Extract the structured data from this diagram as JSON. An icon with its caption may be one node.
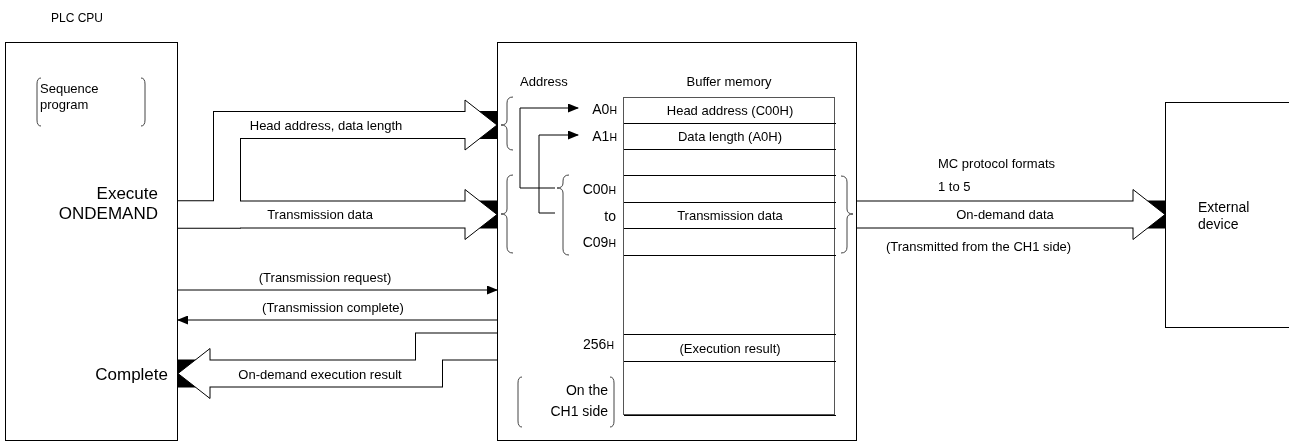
{
  "diagram": {
    "nodes": [
      {
        "text": [
          "PLC CPU",
          "Sequence program",
          "Execute ONDEMAND",
          "Complete"
        ]
      },
      {
        "text": [],
        "shape": "box"
      },
      {
        "text": [
          "A0$_{H}$"
        ],
        "in": 1
      },
      {
        "text": [
          "A1$_{H}$"
        ],
        "in": 1
      },
      {
        "text": [
          "C00$_{H}$ to C09$_{H}$"
        ],
        "in": 1
      },
      {
        "text": [
          "Buffer memory"
        ],
        "in": 1
      },
      {
        "text": [
          "Head address (C00H)"
        ],
        "in": 5
      },
      {
        "text": [
          "Data length (A0H)"
        ],
        "in": 5
      },
      {
        "text": [],
        "shape": "box",
        "in": 5
      },
      {
        "text": [],
        "shape": "box",
        "in": 5
      },
      {
        "text": [
          "Transmission data"
        ],
        "in": 5
      },
      {
        "text": [],
        "shape": "box",
        "in": 5
      },
      {
        "text": [],
        "shape": "box",
        "in": 5
      },
      {
        "text": [
          "(Execution result)"
        ],
        "in": 5
      },
      {
        "text": [],
        "shape": "box",
        "in": 5
      },
      {
        "text": [
          "External device"
        ]
      }
    ],
    "edges": [
      {
        "from": 0,
        "to": 1,
        "arrow": "to",
        "label": "Head address, data length",
        "style": "thick"
      },
      {
        "from": 0,
        "to": 1,
        "arrow": "to",
        "label": "Transmission data",
        "style": "thick"
      },
      {
        "from": 0,
        "to": 1,
        "arrow": "to",
        "label": "(Transmission request)"
      },
      {
        "from": 1,
        "to": 0,
        "arrow": "to",
        "label": "(Transmission complete)"
      },
      {
        "from": 1,
        "to": 0,
        "arrow": "to",
        "label": "On-demand execution result",
        "style": "thick"
      },
      {
        "from": 1,
        "to": 15,
        "arrow": "to",
        "label": "On-demand data",
        "style": "thick"
      },
      {
        "from": 4,
        "to": 2,
        "arrow": "to"
      },
      {
        "from": 4,
        "to": 3,
        "arrow": "to"
      }
    ],
    "labels": [
      "Address",
      "MC protocol formats 1 to 5",
      "(Transmitted from the CH1 side)",
      "256$_{H}$",
      "On the CH1 side"
    ]
  }
}
